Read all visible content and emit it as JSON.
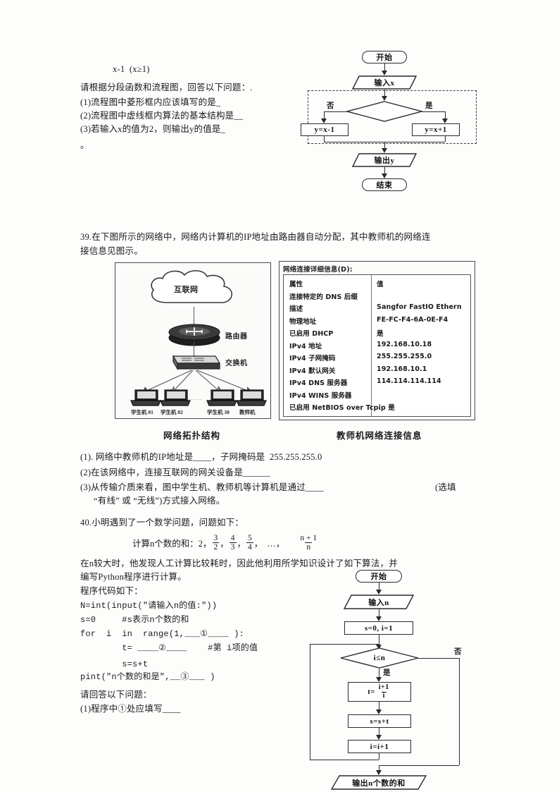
{
  "question38": {
    "formula_tail": "x-1  (x≥1)",
    "prompt": "请根据分段函数和流程图，回答以下问题：.",
    "items": [
      "(1)流程图中菱形框内应该填写的是_",
      "(2)流程图中虚线框内算法的基本结构是__",
      "(3)若输入x的值为2，则输出y的值是_",
      "。"
    ],
    "flowchart": {
      "start": "开始",
      "input": "输入x",
      "decision": "",
      "no_label": "否",
      "yes_label": "是",
      "branch_false": "y=x-1",
      "branch_true": "y=x+1",
      "output": "输出y",
      "end": "结束"
    }
  },
  "question39": {
    "stem_line1": "39.在下图所示的网络中，网络内计算机的IP地址由路由器自动分配，其中教师机的网络连",
    "stem_line2": "接信息见图示。",
    "topology": {
      "caption": "网络拓扑结构",
      "cloud": "互联网",
      "router": "路由器",
      "switch": "交换机",
      "hosts": [
        "学生机 01",
        "学生机 02",
        "学生机 30",
        "教师机"
      ],
      "ellipsis": "······"
    },
    "dialog": {
      "caption": "教师机网络连接信息",
      "title": "网络连接详细信息(D):",
      "header_property": "属性",
      "header_value": "值",
      "rows": [
        {
          "property": "连接特定的 DNS 后缀",
          "value": ""
        },
        {
          "property": "描述",
          "value": "Sangfor FastIO Ethern"
        },
        {
          "property": "物理地址",
          "value": "FE-FC-F4-6A-0E-F4"
        },
        {
          "property": "已启用 DHCP",
          "value": "是"
        },
        {
          "property": "IPv4 地址",
          "value": "192.168.10.18"
        },
        {
          "property": "IPv4 子网掩码",
          "value": "255.255.255.0"
        },
        {
          "property": "IPv4 默认网关",
          "value": "192.168.10.1"
        },
        {
          "property": "IPv4 DNS 服务器",
          "value": "114.114.114.114"
        },
        {
          "property": "IPv4 WINS 服务器",
          "value": ""
        },
        {
          "property": "已启用 NetBIOS over Tcpip  是",
          "value": ""
        }
      ]
    },
    "items": [
      "(1). 网络中教师机的IP地址是____，子网掩码是  255.255.255.0",
      "(2)在该网络中，连接互联网的网关设备是______",
      "(3)从传输介质来看，图中学生机、教师机等计算机是通过____",
      "“有线” 或 “无线”)方式接入网络。"
    ],
    "item3_suffix": "(选填"
  },
  "question40": {
    "stem": "40.小明遇到了一个数学问题，问题如下：",
    "calc_prefix": "计算n个数的和：2，",
    "fractions": [
      {
        "num": "3",
        "den": "2"
      },
      {
        "num": "4",
        "den": "3"
      },
      {
        "num": "5",
        "den": "4"
      }
    ],
    "separator": "，",
    "ellipsis": "…，",
    "last_fraction": {
      "num": "n + 1",
      "den": "n"
    },
    "desc_line1": "在n较大时，他发现人工计算比较耗时，因此他利用所学知识设计了如下算法，并",
    "desc_line2": "编写Python程序进行计算。",
    "code_heading": "程序代码如下：",
    "code_lines": [
      "N=int(input(\"请输入n的值:\"))",
      "s=0     #s表示n个数的和",
      "for  i  in  range(1,___①____ ):",
      "        t= ____②____    #第 i项的值",
      "        s=s+t",
      "pint(\"n个数的和是\",__③___ )"
    ],
    "answer_heading": "请回答以下问题：",
    "answer_items": [
      "(1)程序中①处应填写____"
    ],
    "flowchart": {
      "start": "开始",
      "input": "输入n",
      "init": "s=0, i=1",
      "condition": "i≤n",
      "yes_label": "是",
      "no_label": "否",
      "assign_t_label": "t=",
      "assign_t_num": "i+1",
      "assign_t_den": "i",
      "accumulate": "s=s+t",
      "increment": "i=i+1",
      "output": "输出n个数的和"
    }
  },
  "colors": {
    "ink": "#1a1a1a",
    "line": "#2a2a2a",
    "paper": "#fdfdfc"
  }
}
